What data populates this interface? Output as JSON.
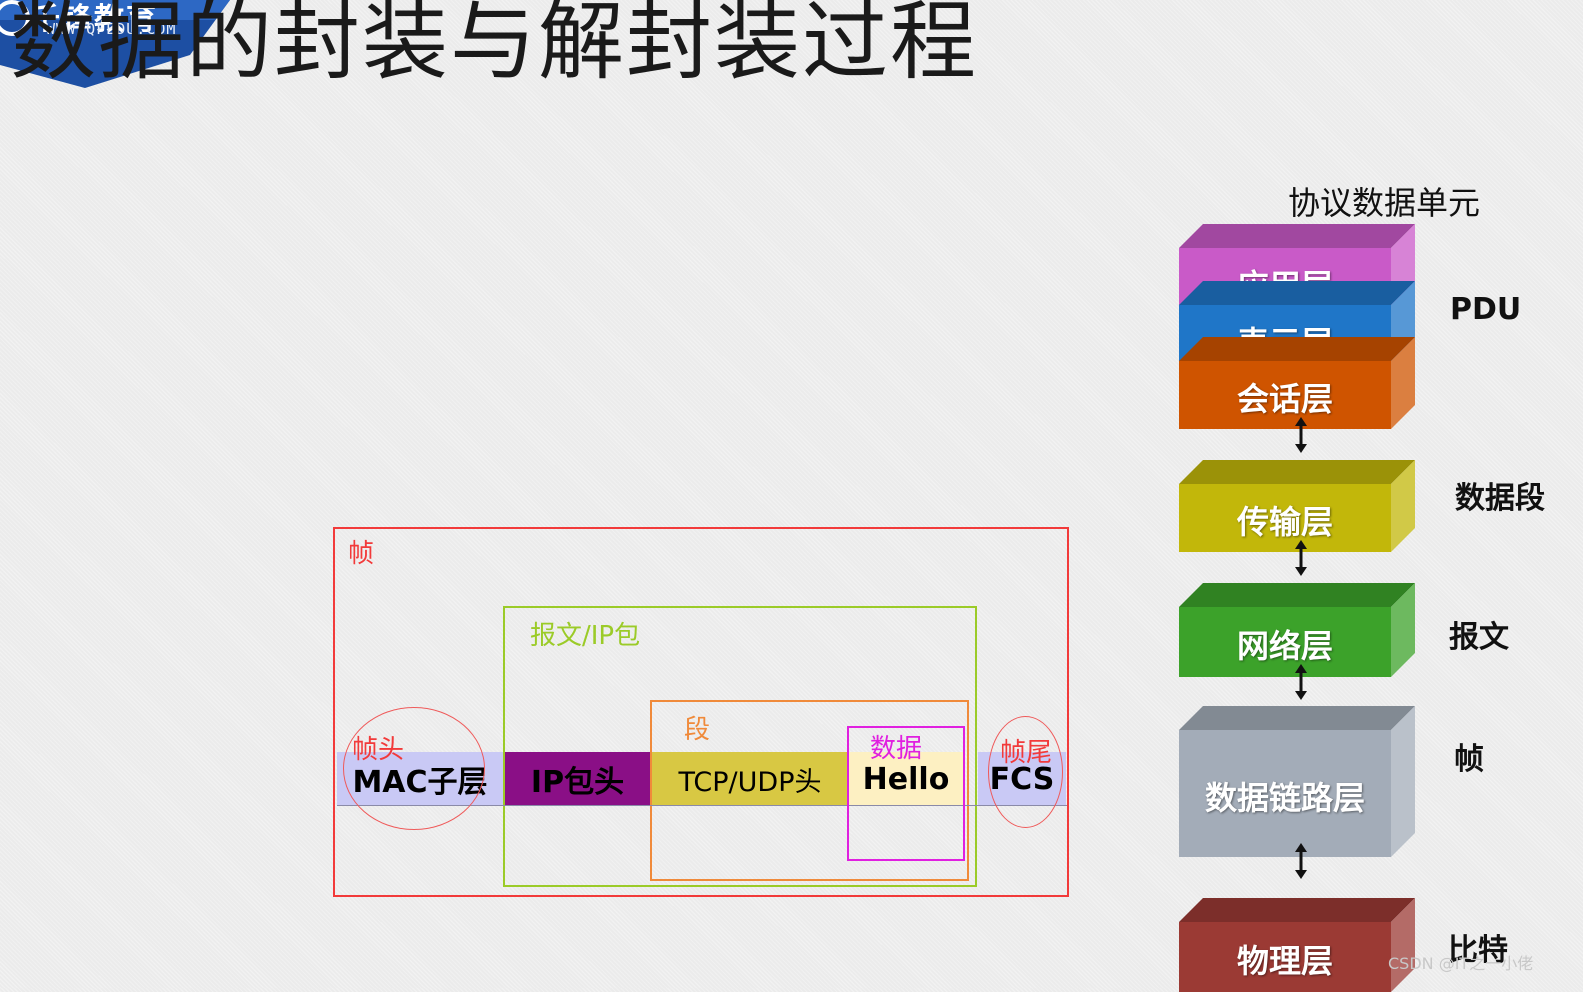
{
  "page": {
    "title": "数据的封装与解封装过程",
    "logo_text": "千锋教育",
    "logo_url": "WWW.QFEDU.COM",
    "watermark": "CSDN @IT之一小佬"
  },
  "encapsulation": {
    "frame_label": "帧",
    "packet_label": "报文/IP包",
    "segment_label": "段",
    "data_label": "数据",
    "frame_header_label": "帧头",
    "frame_trailer_label": "帧尾",
    "cells": {
      "mac": "MAC子层",
      "ip_header": "IP包头",
      "tcp_udp_header": "TCP/UDP头",
      "data": "Hello",
      "fcs": "FCS"
    },
    "colors": {
      "frame": "#f23a3a",
      "packet": "#9bcb28",
      "segment": "#f08a3a",
      "data": "#e020e0",
      "mac_cell": "#c9c9f5",
      "ip_cell": "#8a0f86",
      "tcp_cell": "#d8c843",
      "data_cell": "#fdf0c2",
      "fcs_cell": "#c9c9f5"
    }
  },
  "osi": {
    "title": "协议数据单元",
    "layers": [
      {
        "label": "应用层",
        "color": "#c95ac8"
      },
      {
        "label": "表示层",
        "color": "#1f76c8"
      },
      {
        "label": "会话层",
        "color": "#cf5400"
      },
      {
        "label": "传输层",
        "color": "#c2b70a"
      },
      {
        "label": "网络层",
        "color": "#3ca22a"
      },
      {
        "label": "数据链路层",
        "color": "#a3acb8"
      },
      {
        "label": "物理层",
        "color": "#9b3a34"
      }
    ],
    "pdus": {
      "upper": "PDU",
      "transport": "数据段",
      "network": "报文",
      "datalink": "帧",
      "physical": "比特"
    }
  }
}
